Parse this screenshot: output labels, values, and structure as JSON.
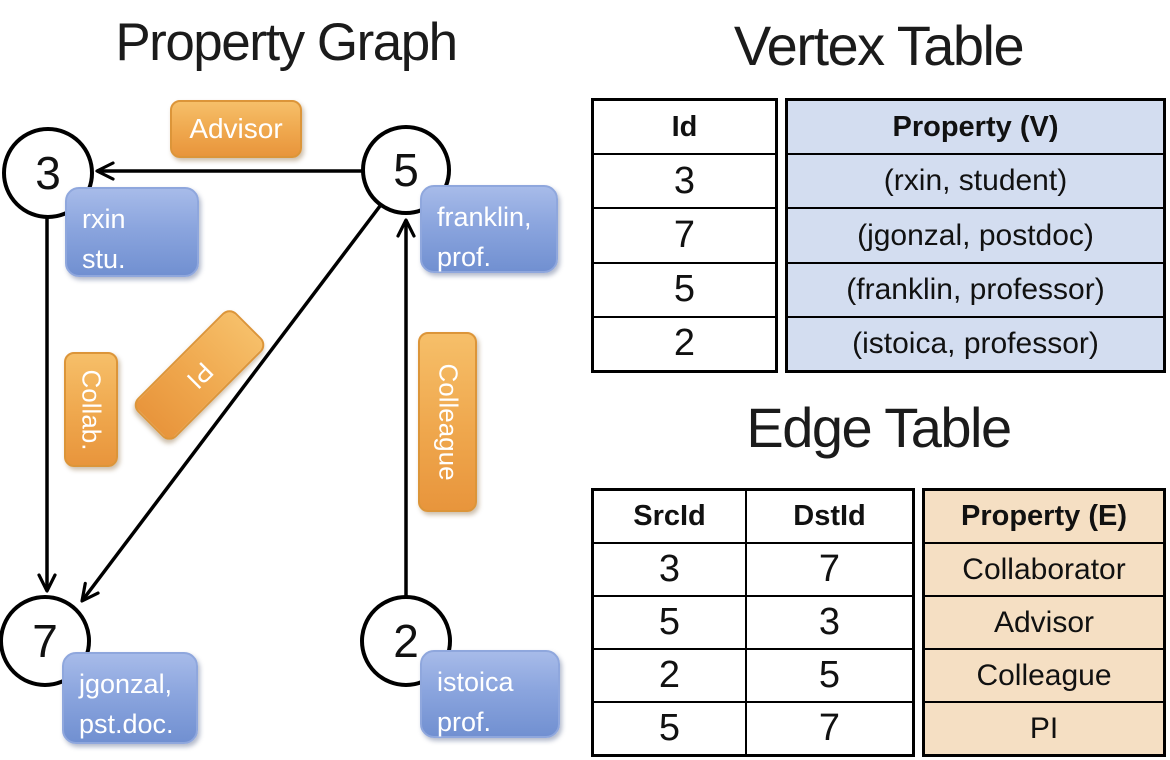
{
  "graph": {
    "title": "Property Graph",
    "nodes": [
      {
        "id": "3",
        "label_line1": "rxin",
        "label_line2": "stu."
      },
      {
        "id": "5",
        "label_line1": "franklin,",
        "label_line2": "prof."
      },
      {
        "id": "7",
        "label_line1": "jgonzal,",
        "label_line2": "pst.doc."
      },
      {
        "id": "2",
        "label_line1": "istoica",
        "label_line2": "prof."
      }
    ],
    "edge_labels": {
      "advisor": "Advisor",
      "collab": "Collab.",
      "pi": "PI",
      "colleague": "Colleague"
    }
  },
  "vertex_table": {
    "title": "Vertex Table",
    "columns": {
      "id": "Id",
      "property": "Property (V)"
    },
    "rows": [
      {
        "id": "3",
        "property": "(rxin, student)"
      },
      {
        "id": "7",
        "property": "(jgonzal, postdoc)"
      },
      {
        "id": "5",
        "property": "(franklin, professor)"
      },
      {
        "id": "2",
        "property": "(istoica, professor)"
      }
    ]
  },
  "edge_table": {
    "title": "Edge Table",
    "columns": {
      "src": "SrcId",
      "dst": "DstId",
      "property": "Property (E)"
    },
    "rows": [
      {
        "src": "3",
        "dst": "7",
        "property": "Collaborator"
      },
      {
        "src": "5",
        "dst": "3",
        "property": "Advisor"
      },
      {
        "src": "2",
        "dst": "5",
        "property": "Colleague"
      },
      {
        "src": "5",
        "dst": "7",
        "property": "PI"
      }
    ]
  },
  "colors": {
    "edge_label_fill": "#EFA74D",
    "vertex_label_fill": "#8BA5DE",
    "vertex_property_bg": "#D3DDF0",
    "edge_property_bg": "#F5DFC3",
    "line": "#000000"
  }
}
